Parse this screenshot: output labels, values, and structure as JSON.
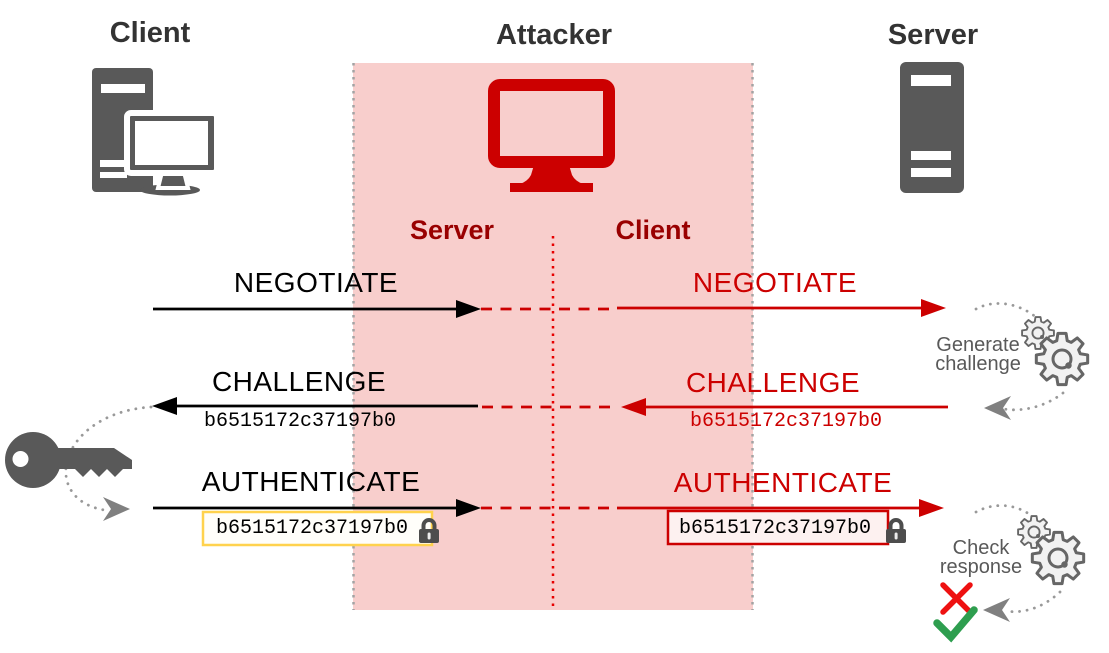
{
  "headers": {
    "client": "Client",
    "attacker": "Attacker",
    "server": "Server"
  },
  "attacker_roles": {
    "impersonates_server": "Server",
    "impersonates_client": "Client"
  },
  "messages": {
    "negotiate_client_to_attacker": "NEGOTIATE",
    "negotiate_attacker_to_server": "NEGOTIATE",
    "challenge_attacker_to_client": "CHALLENGE",
    "challenge_value_to_client": "b6515172c37197b0",
    "challenge_server_to_attacker": "CHALLENGE",
    "challenge_value_from_server": "b6515172c37197b0",
    "authenticate_client_to_attacker": "AUTHENTICATE",
    "auth_response_from_client": "b6515172c37197b0",
    "authenticate_attacker_to_server": "AUTHENTICATE",
    "auth_response_relayed": "b6515172c37197b0"
  },
  "annotations": {
    "generate_challenge_line1": "Generate",
    "generate_challenge_line2": "challenge",
    "check_response_line1": "Check",
    "check_response_line2": "response"
  },
  "colors": {
    "attacker_zone_fill": "#f8cecc",
    "attack_red": "#cc0000",
    "role_label_red": "#990000",
    "icon_gray": "#595959",
    "note_gray": "#595959",
    "yellow_box_border": "#ffd24d",
    "red_box_fill": "#fdf1f0",
    "error_red": "#ee1111",
    "success_green": "#2e9e4f"
  }
}
